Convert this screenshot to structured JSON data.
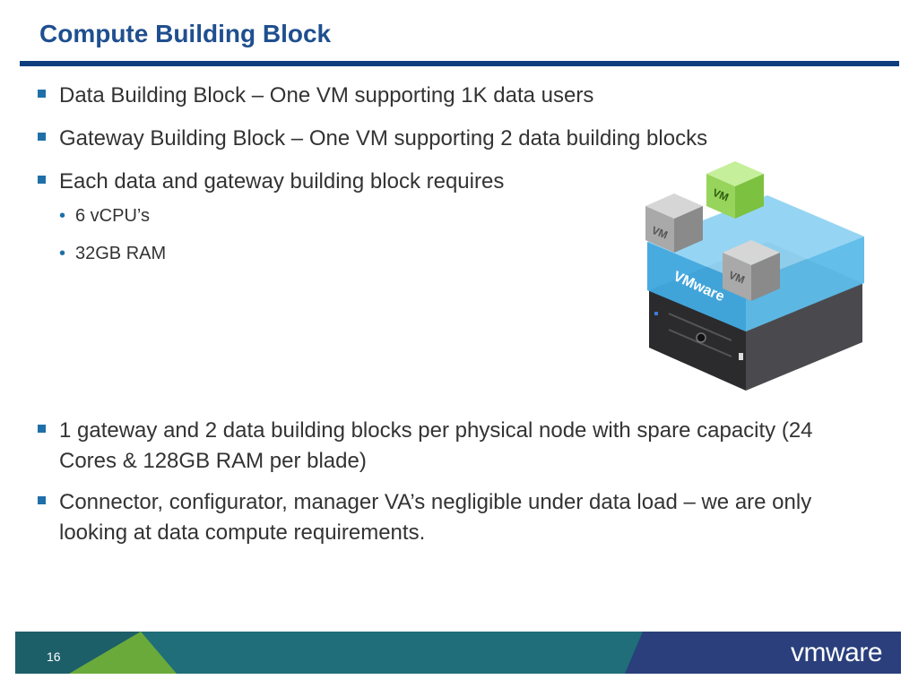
{
  "slide": {
    "title": "Compute Building Block",
    "page_number": "16",
    "logo_text": "vmware",
    "colors": {
      "title": "#1f4f8f",
      "rule": "#0f3e7e",
      "bullet": "#1f6fa8",
      "footer_green": "#6aaa3a",
      "footer_teal": "#1f6e79",
      "footer_navy": "#2a3f7c"
    }
  },
  "bullets_top": [
    {
      "text": "Data Building Block – One VM supporting 1K data users"
    },
    {
      "text": "Gateway Building Block – One VM supporting 2 data building blocks"
    },
    {
      "text": "Each data and gateway building block requires",
      "sub": [
        "6 vCPU’s",
        "32GB RAM"
      ]
    }
  ],
  "bullets_bottom": [
    {
      "text": "1 gateway and 2 data building blocks per physical node with spare capacity (24 Cores & 128GB RAM per blade)"
    },
    {
      "text": "Connector, configurator, manager VA’s negligible under data load – we are only looking at data compute requirements."
    }
  ],
  "illustration": {
    "platform_label": "VMware",
    "vm_labels": [
      "VM",
      "VM",
      "VM"
    ]
  }
}
